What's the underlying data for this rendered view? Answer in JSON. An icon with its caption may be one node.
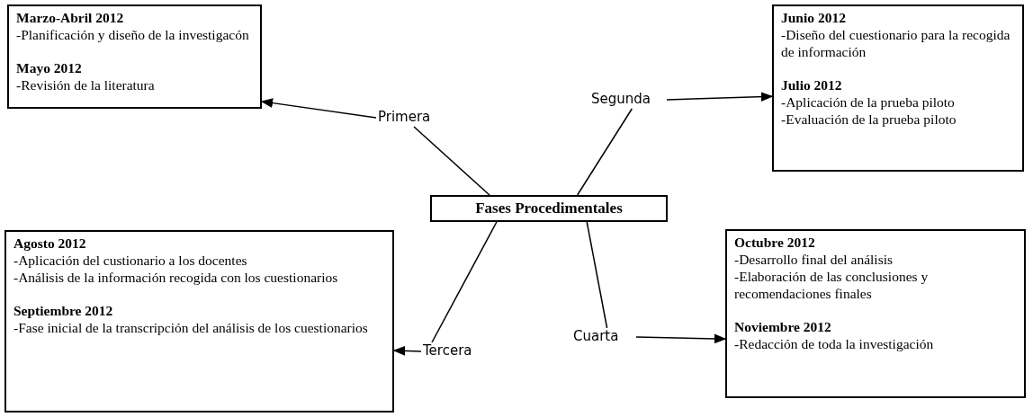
{
  "diagram": {
    "nodes": [
      {
        "text": [
          "**Marzo-Abril 2012**",
          "-Planificación y diseño de la investigacón",
          "**Mayo 2012**",
          "-Revisión de la literatura"
        ]
      },
      {
        "text": [
          "Primera"
        ]
      },
      {
        "text": [
          "Segunda"
        ]
      },
      {
        "text": [
          "**Junio 2012**",
          "-Diseño del cuestionario para la recogida de información",
          "**Julio 2012**",
          "-Aplicación de la prueba piloto",
          "-Evaluación de la prueba piloto"
        ]
      },
      {
        "text": [
          "Fases Procedimentales"
        ]
      },
      {
        "text": [
          "**Agosto 2012**",
          "-Aplicación del custionario a los docentes",
          "-Análisis de la información recogida con los cuestionarios",
          "**Septiembre 2012**",
          "-Fase inicial de la transcripción del análisis de los cuestionarios"
        ]
      },
      {
        "text": [
          "Tercera"
        ]
      },
      {
        "text": [
          "Cuarta"
        ]
      },
      {
        "text": [
          "**Octubre 2012**",
          "-Desarrollo final del análisis",
          "-Elaboración de las conclusiones y recomendaciones finales",
          "**Noviembre 2012**",
          "-Redacción de toda la investigación"
        ]
      }
    ],
    "edges": [
      {
        "from": 4,
        "to": 1,
        "arrow": "none"
      },
      {
        "from": 1,
        "to": 0,
        "arrow": "to"
      },
      {
        "from": 4,
        "to": 2,
        "arrow": "none"
      },
      {
        "from": 2,
        "to": 3,
        "arrow": "to"
      },
      {
        "from": 4,
        "to": 6,
        "arrow": "none"
      },
      {
        "from": 6,
        "to": 5,
        "arrow": "to"
      },
      {
        "from": 4,
        "to": 7,
        "arrow": "none"
      },
      {
        "from": 7,
        "to": 8,
        "arrow": "to"
      }
    ]
  }
}
